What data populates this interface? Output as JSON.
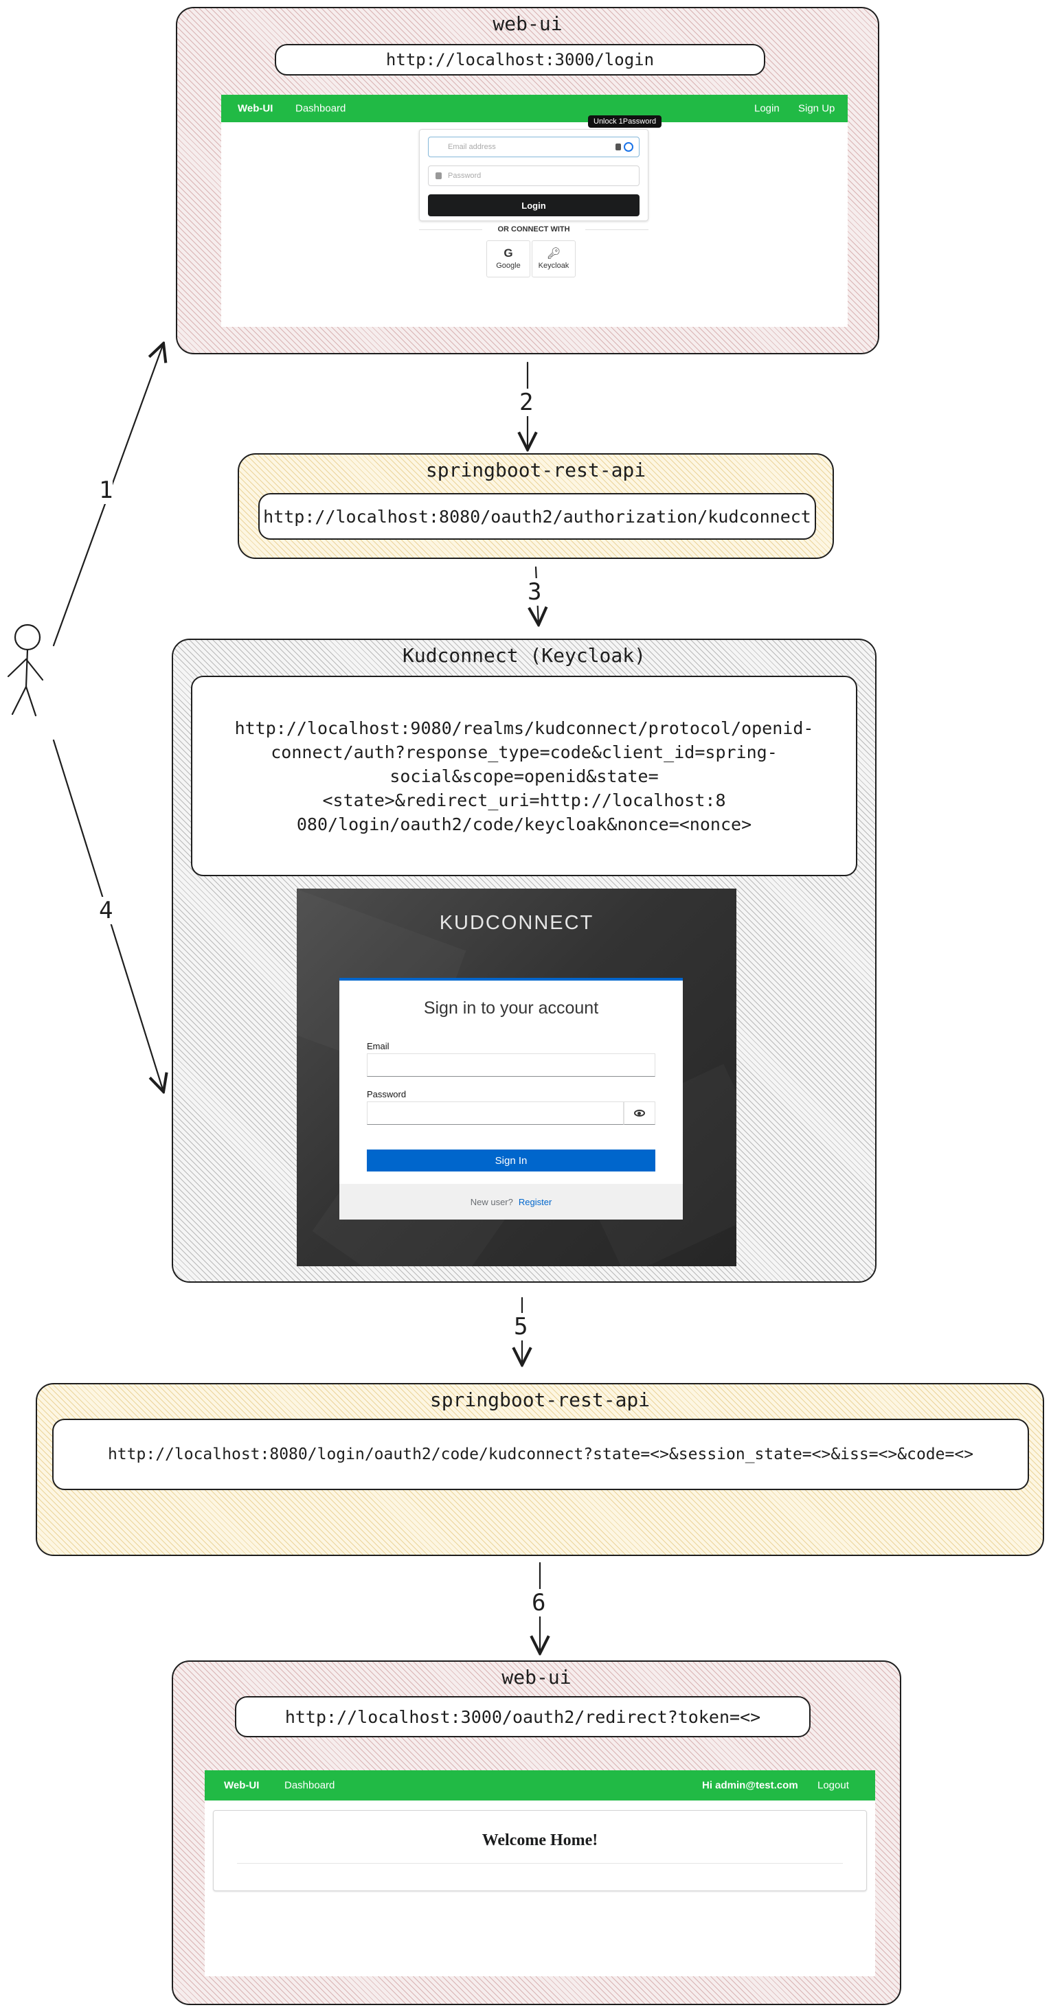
{
  "actor": {
    "icon": "stick-figure-user-icon"
  },
  "steps": [
    "1",
    "2",
    "3",
    "4",
    "5",
    "6"
  ],
  "panels": {
    "webui_login": {
      "title": "web-ui",
      "url": "http://localhost:3000/login",
      "nav": {
        "brand": "Web-UI",
        "dashboard": "Dashboard",
        "login": "Login",
        "signup": "Sign Up"
      },
      "tooltip": "Unlock 1Password",
      "email_placeholder": "Email address",
      "password_placeholder": "Password",
      "login_button": "Login",
      "connect_with": "OR CONNECT WITH",
      "providers": [
        {
          "label": "Google",
          "icon": "google-icon"
        },
        {
          "label": "Keycloak",
          "icon": "key-icon"
        }
      ]
    },
    "api_authorize": {
      "title": "springboot-rest-api",
      "url": "http://localhost:8080/oauth2/authorization/kudconnect"
    },
    "keycloak": {
      "title": "Kudconnect (Keycloak)",
      "url_lines": [
        "http://localhost:9080/realms/kudconnect/protocol/openid-",
        "connect/auth?response_type=code&client_id=spring-",
        "social&scope=openid&state=<state>&redirect_uri=http://localhost:8",
        "080/login/oauth2/code/keycloak&nonce=<nonce>"
      ],
      "brand": "KUDCONNECT",
      "heading": "Sign in to your account",
      "email_label": "Email",
      "password_label": "Password",
      "sign_in_button": "Sign In",
      "new_user": "New user?",
      "register_link": "Register"
    },
    "api_callback": {
      "title": "springboot-rest-api",
      "url": "http://localhost:8080/login/oauth2/code/kudconnect?state=<>&session_state=<>&iss=<>&code=<>"
    },
    "webui_home": {
      "title": "web-ui",
      "url": "http://localhost:3000/oauth2/redirect?token=<>",
      "nav": {
        "brand": "Web-UI",
        "dashboard": "Dashboard",
        "greeting": "Hi admin@test.com",
        "logout": "Logout"
      },
      "welcome": "Welcome Home!"
    }
  },
  "colors": {
    "web_ui_panel": "#f6eded",
    "api_panel": "#fdf6e2",
    "keycloak_panel": "#f5f5f5",
    "navbar_green": "#21ba45",
    "keycloak_blue": "#0066cc"
  }
}
